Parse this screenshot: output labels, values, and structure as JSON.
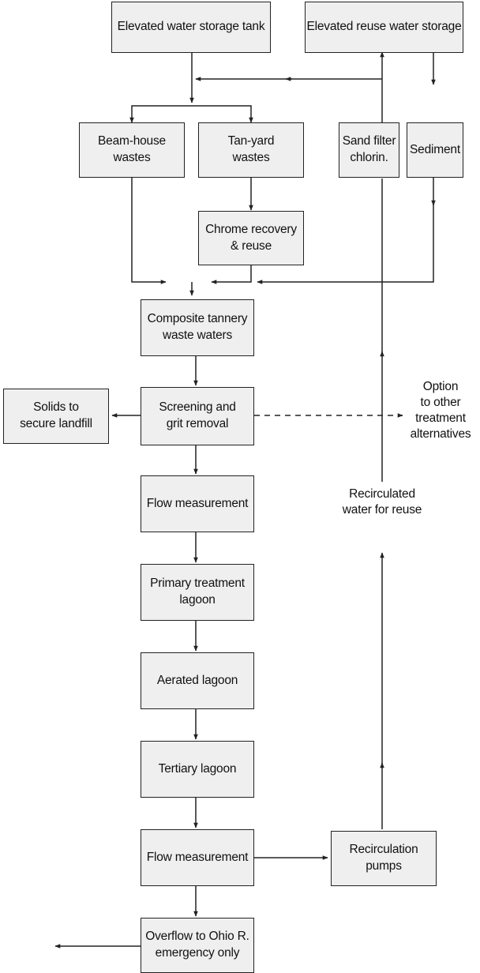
{
  "boxes": {
    "elevated_tank": "Elevated water storage tank",
    "elevated_reuse": "Elevated reuse water storage",
    "beam_house": "Beam-house\nwastes",
    "tan_yard": "Tan-yard\nwastes",
    "sand_filter": "Sand filter\nchlorin.",
    "sediment": "Sediment",
    "chrome_recovery": "Chrome recovery\n& reuse",
    "composite": "Composite tannery\nwaste waters",
    "screening": "Screening and\ngrit removal",
    "solids": "Solids to\nsecure landfill",
    "flow1": "Flow measurement",
    "primary": "Primary treatment\nlagoon",
    "aerated": "Aerated lagoon",
    "tertiary": "Tertiary lagoon",
    "flow2": "Flow measurement",
    "recirc_pumps": "Recirculation\npumps",
    "overflow": "Overflow to Ohio R.\nemergency only"
  },
  "labels": {
    "option": "Option\nto other\ntreatment\nalternatives",
    "recirculated": "Recirculated\nwater  for reuse"
  },
  "colors": {
    "box_fill": "#efefef",
    "line": "#222222",
    "text": "#111111"
  }
}
